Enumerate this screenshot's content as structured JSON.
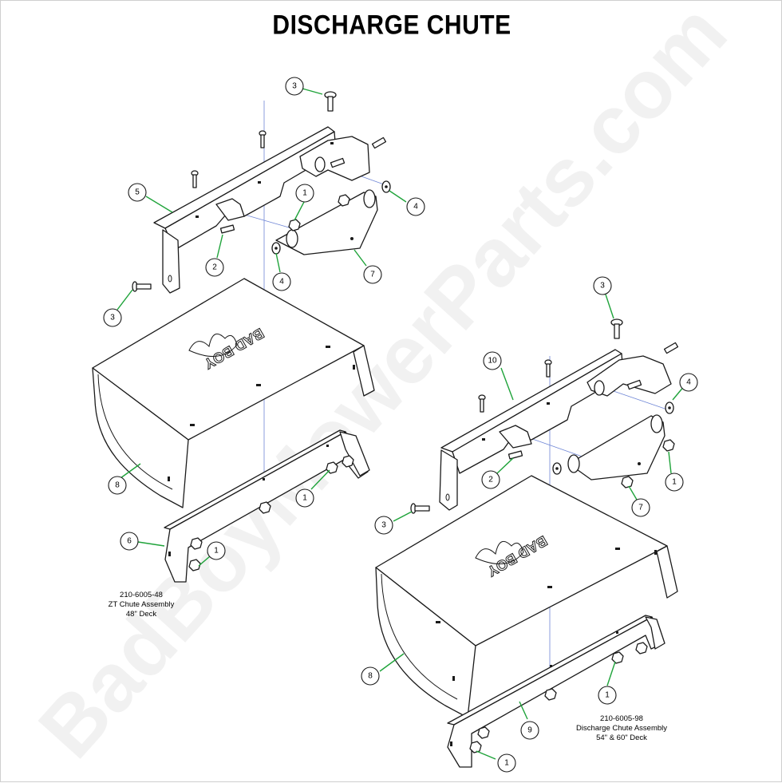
{
  "title": "DISCHARGE CHUTE",
  "watermark": "BadBoyMowerParts.com",
  "logo": "BAD BOY",
  "assemblies": [
    {
      "part_number": "210-6005-48",
      "description": "ZT Chute Assembly",
      "deck": "48\" Deck",
      "callouts": [
        "3",
        "5",
        "1",
        "4",
        "2",
        "4",
        "7",
        "3",
        "8",
        "1",
        "6",
        "1"
      ]
    },
    {
      "part_number": "210-6005-98",
      "description": "Discharge Chute Assembly",
      "deck": "54\" & 60\" Deck",
      "callouts": [
        "3",
        "10",
        "4",
        "2",
        "1",
        "7",
        "3",
        "8",
        "1",
        "9",
        "1"
      ]
    }
  ],
  "colors": {
    "leader": "#1fa33a",
    "centerline": "#6f86d6",
    "line": "#1a1a1a"
  }
}
